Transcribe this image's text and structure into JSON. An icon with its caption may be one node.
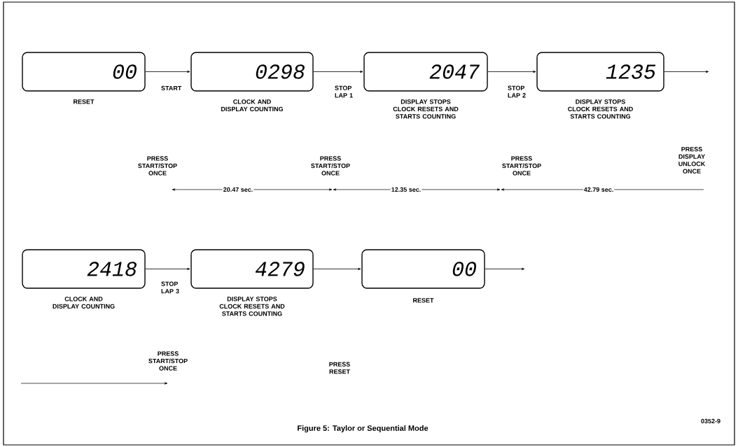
{
  "diagram": {
    "caption": "Figure 5: Taylor or Sequential Mode",
    "nodes": [
      {
        "text": [
          "00"
        ],
        "beside": [
          "RESET"
        ]
      },
      {
        "text": [
          "0298"
        ],
        "beside": [
          "CLOCK AND DISPLAY COUNTING"
        ]
      },
      {
        "text": [
          "2047"
        ],
        "beside": [
          "DISPLAY STOPS CLOCK RESETS AND STARTS COUNTING"
        ]
      },
      {
        "text": [
          "1235"
        ],
        "beside": [
          "DISPLAY STOPS CLOCK RESETS AND STARTS COUNTING"
        ]
      },
      {
        "text": [
          "2418"
        ],
        "beside": [
          "CLOCK AND DISPLAY COUNTING"
        ]
      },
      {
        "text": [
          "4279"
        ],
        "beside": [
          "DISPLAY STOPS CLOCK RESETS AND STARTS COUNTING"
        ]
      },
      {
        "text": [
          "00"
        ],
        "beside": [
          "RESET"
        ]
      }
    ],
    "edges": [
      {
        "from": 0,
        "to": 1,
        "arrow": "to",
        "label": "START"
      },
      {
        "from": 1,
        "to": 2,
        "arrow": "to",
        "label": "STOP LAP 1"
      },
      {
        "from": 2,
        "to": 3,
        "arrow": "to",
        "label": "STOP LAP 2"
      },
      {
        "from": 3,
        "to": null,
        "arrow": "to"
      },
      {
        "from": 4,
        "to": 5,
        "arrow": "to",
        "label": "STOP LAP 3"
      },
      {
        "from": 5,
        "to": 6,
        "arrow": "to"
      },
      {
        "from": 6,
        "to": null,
        "arrow": "to"
      }
    ],
    "labels": [
      "PRESS START/STOP ONCE",
      "PRESS START/STOP ONCE",
      "PRESS START/STOP ONCE",
      "PRESS DISPLAY UNLOCK ONCE",
      "20.47 sec.",
      "12.35 sec.",
      "42.79 sec.",
      "PRESS START/STOP ONCE",
      "PRESS RESET",
      "0352-9"
    ]
  }
}
